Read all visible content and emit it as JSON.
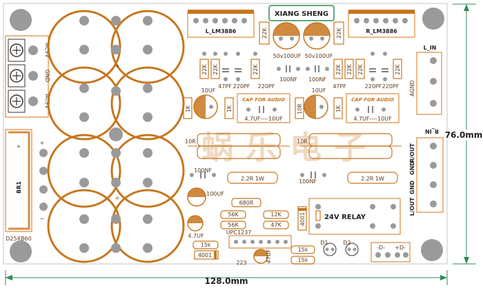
{
  "dimensions": {
    "width": "128.0mm",
    "height": "76.0mm"
  },
  "title": "XIANG SHENG",
  "watermark": "蜗乐电子",
  "colors": {
    "copper": "#c7761e",
    "pad": "#9a9a9a",
    "board": "#ffffff",
    "box": "#d98a3c",
    "dim": "#2e8b57",
    "silk": "#5b3a1a"
  },
  "connectors": {
    "ac_in": [
      "AC9V",
      "GND",
      "AC9V"
    ],
    "line_in": "L_IN",
    "line_in_pins": [
      "AGND",
      "R_IN"
    ],
    "outputs": [
      "R/OUT",
      "GND",
      "GND",
      "L/OUT"
    ]
  },
  "labels": {
    "ic_left": "L_LM3886",
    "ic_right": "R_LM3886",
    "bridge": "BR1",
    "bridge_part": "D25XB60",
    "cap_center1": "50v100UF",
    "cap_center2": "50v100UF",
    "cap_audio1": "CAP FOR AUDIO",
    "cap_audio2": "CAP FOR AUDIO",
    "cap_audio_value1": "4.7UF----10UF",
    "cap_audio_value2": "4.7UF----10UF",
    "relay": "24V RELAY",
    "upc": "UPC1237",
    "cap_bottom1": "100UF",
    "cap_bottom2": "4.7UF",
    "r22k": "22K",
    "c47pf": "47PF",
    "c220pf": "220PF",
    "c100nf": "100NF",
    "c10uf": "10UF",
    "r1k": "1K",
    "r10r": "10R",
    "r22r1w": "2.2R 1W",
    "r680r": "680R",
    "r56k": "56K",
    "r12k": "12K",
    "r47k": "47K",
    "r15k": "15k",
    "d4001": "4001",
    "c223": "223",
    "c47uf": "47UF",
    "d1": "D1",
    "d2": "D2",
    "dc_minus": "-D-",
    "dc_plus": "+D-",
    "plus": "+",
    "minus": "−"
  }
}
